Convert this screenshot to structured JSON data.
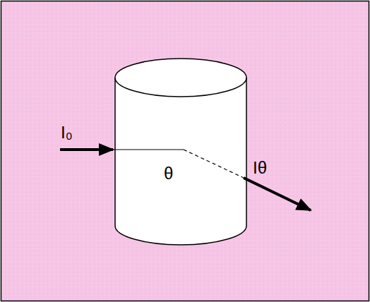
{
  "diagram": {
    "labels": [
      "I₀",
      "θ",
      "Iθ"
    ]
  }
}
